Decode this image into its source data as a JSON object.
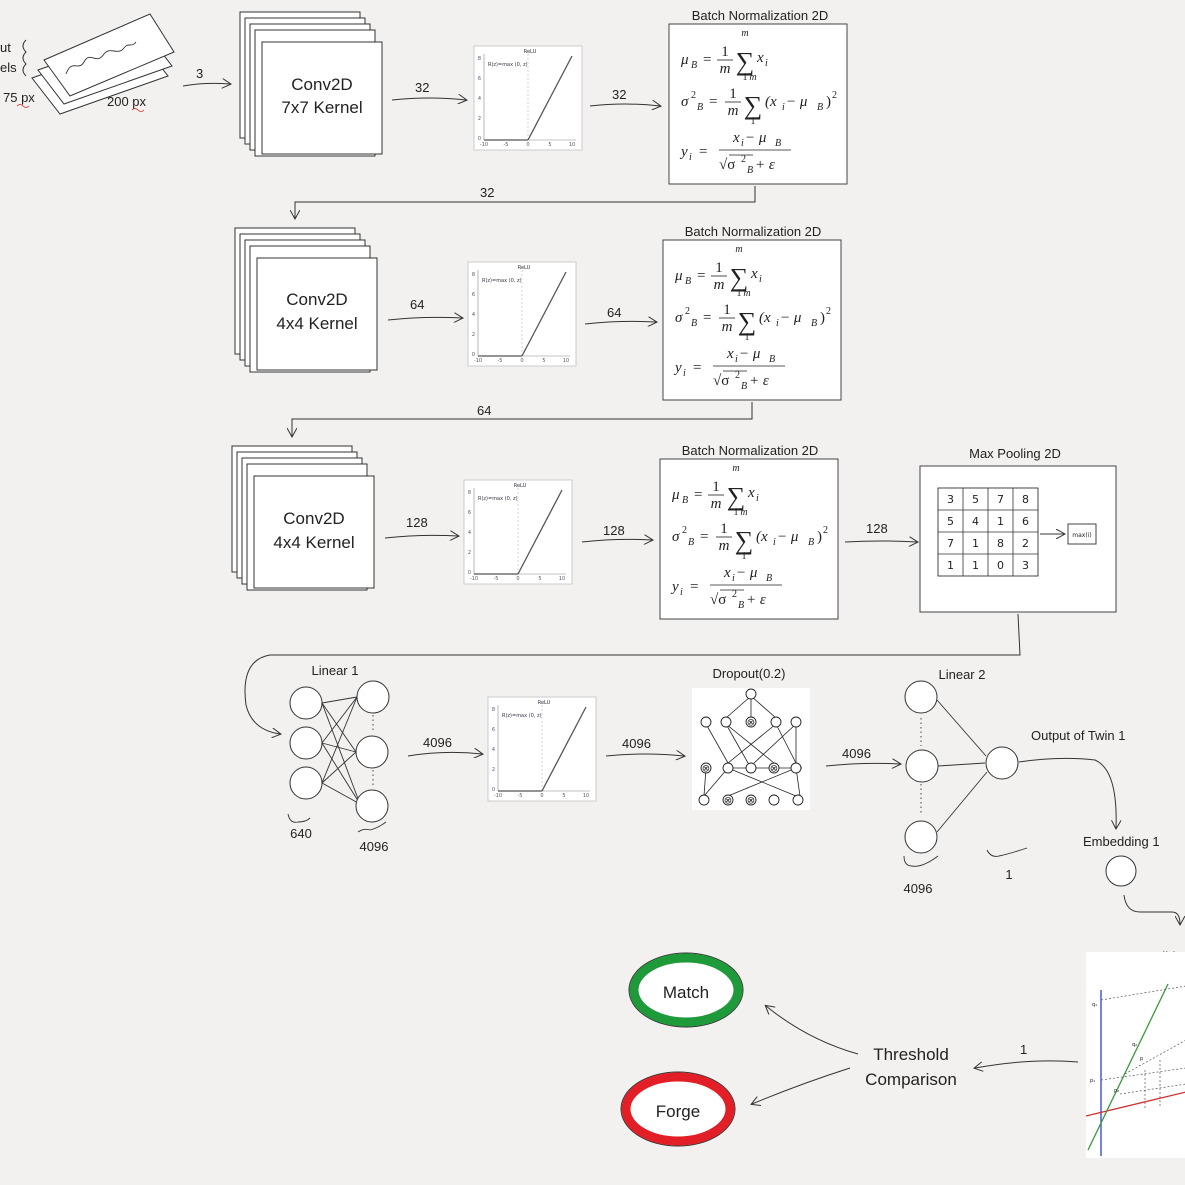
{
  "input": {
    "label": "ut",
    "label2": "els",
    "height": "75 px",
    "width": "200 px",
    "channels": "3"
  },
  "conv": [
    {
      "title": "Conv2D",
      "kernel": "7x7 Kernel",
      "out": "32",
      "relu_out": "32",
      "bn_out": "32"
    },
    {
      "title": "Conv2D",
      "kernel": "4x4 Kernel",
      "out": "64",
      "relu_out": "64",
      "bn_out": "64"
    },
    {
      "title": "Conv2D",
      "kernel": "4x4 Kernel",
      "out": "128",
      "relu_out": "128",
      "bn_out": "128"
    }
  ],
  "batchnorm": {
    "title": "Batch Normalization 2D",
    "mu_lhs": "μ",
    "mu_sub": "B",
    "frac_num": "1",
    "frac_den": "m",
    "sum_top": "m",
    "sum_bot": "1",
    "sum_sym": "∑",
    "xi": "x",
    "xi_sub": "i",
    "sigma": "σ",
    "sq": "2",
    "y": "y",
    "paren_term": "(x",
    "minus_mu": " − μ",
    "close_paren": ")",
    "den": "√σ",
    "eps": " + ε"
  },
  "relu": {
    "title": "ReLU",
    "legend": "R(z)=max (0, z)",
    "xticks": [
      "-10",
      "-5",
      "0",
      "5",
      "10"
    ],
    "yticks": [
      "8",
      "6",
      "4",
      "2",
      "0"
    ]
  },
  "maxpool": {
    "title": "Max Pooling 2D",
    "grid": [
      [
        "3",
        "5",
        "7",
        "8"
      ],
      [
        "5",
        "4",
        "1",
        "6"
      ],
      [
        "7",
        "1",
        "8",
        "2"
      ],
      [
        "1",
        "1",
        "0",
        "3"
      ]
    ],
    "out_label": "max(i)"
  },
  "linear1": {
    "title": "Linear 1",
    "in_count": "640",
    "out_count": "4096",
    "out_edge": "4096"
  },
  "relu_fc": {
    "out_edge": "4096"
  },
  "dropout": {
    "title": "Dropout(0.2)",
    "out_edge": "4096",
    "drop_mark": "⊗"
  },
  "linear2": {
    "title": "Linear 2",
    "in_count": "4096",
    "out_count": "1"
  },
  "twin": {
    "output_label": "Output of Twin 1",
    "embedding_label": "Embedding 1"
  },
  "euclidean": {
    "title": "Euclide",
    "edge_label": "1",
    "axis_q": "q₁",
    "axis_p": "p₁",
    "p_label": "p",
    "q_label": "q₂",
    "p2": "p₂"
  },
  "threshold": {
    "line1": "Threshold",
    "line2": "Comparison"
  },
  "results": {
    "match": "Match",
    "match_color": "#1e9a3a",
    "forge": "Forge",
    "forge_color": "#e21f26"
  }
}
